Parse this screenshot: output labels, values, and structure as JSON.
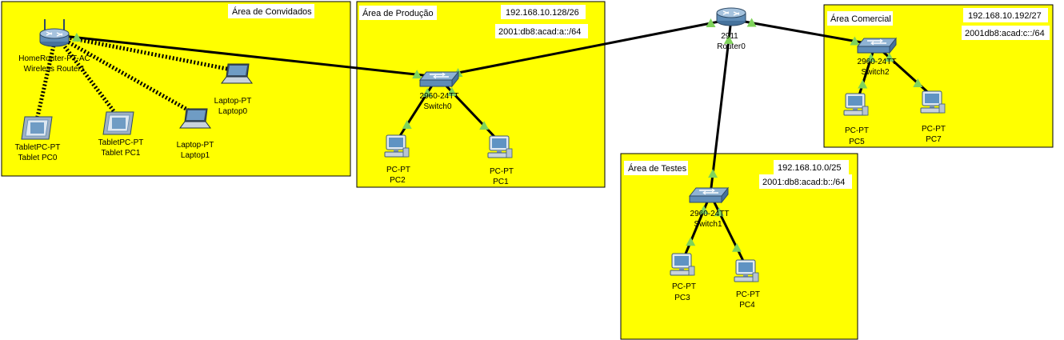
{
  "colors": {
    "area_fill": "#ffff00",
    "link_ok": "#7fd35a",
    "link_line": "#000000",
    "wireless_line": "#000000",
    "device_blue": "#6f9cc4"
  },
  "areas": {
    "convidados": {
      "title": "Área de Convidados"
    },
    "producao": {
      "title": "Área de Produção",
      "ipv4": "192.168.10.128/26",
      "ipv6": "2001:db8:acad:a::/64"
    },
    "comercial": {
      "title": "Área Comercial",
      "ipv4": "192.168.10.192/27",
      "ipv6": "2001db8:acad:c::/64"
    },
    "testes": {
      "title": "Área de Testes",
      "ipv4": "192.168.10.0/25",
      "ipv6": "2001:db8:acad:b::/64"
    }
  },
  "devices": {
    "wireless_router": {
      "model": "HomeRouter-PT-AC",
      "name": "Wireless Router1",
      "icon": "wireless-router-icon"
    },
    "router0": {
      "model": "2911",
      "name": "Router0",
      "icon": "router-icon"
    },
    "switch0": {
      "model": "2960-24TT",
      "name": "Switch0",
      "icon": "switch-icon"
    },
    "switch1": {
      "model": "2960-24TT",
      "name": "Switch1",
      "icon": "switch-icon"
    },
    "switch2": {
      "model": "2960-24TT",
      "name": "Switch2",
      "icon": "switch-icon"
    },
    "tablet0": {
      "model": "TabletPC-PT",
      "name": "Tablet PC0",
      "icon": "tablet-icon"
    },
    "tablet1": {
      "model": "TabletPC-PT",
      "name": "Tablet PC1",
      "icon": "tablet-icon"
    },
    "laptop0": {
      "model": "Laptop-PT",
      "name": "Laptop0",
      "icon": "laptop-icon"
    },
    "laptop1": {
      "model": "Laptop-PT",
      "name": "Laptop1",
      "icon": "laptop-icon"
    },
    "pc1": {
      "model": "PC-PT",
      "name": "PC1",
      "icon": "pc-icon"
    },
    "pc2": {
      "model": "PC-PT",
      "name": "PC2",
      "icon": "pc-icon"
    },
    "pc3": {
      "model": "PC-PT",
      "name": "PC3",
      "icon": "pc-icon"
    },
    "pc4": {
      "model": "PC-PT",
      "name": "PC4",
      "icon": "pc-icon"
    },
    "pc5": {
      "model": "PC-PT",
      "name": "PC5",
      "icon": "pc-icon"
    },
    "pc7": {
      "model": "PC-PT",
      "name": "PC7",
      "icon": "pc-icon"
    }
  },
  "links": [
    {
      "from": "wireless_router",
      "to": "switch0",
      "kind": "wired",
      "status": "up"
    },
    {
      "from": "switch0",
      "to": "router0",
      "kind": "wired",
      "status": "up"
    },
    {
      "from": "router0",
      "to": "switch2",
      "kind": "wired",
      "status": "up"
    },
    {
      "from": "router0",
      "to": "switch1",
      "kind": "wired",
      "status": "up"
    },
    {
      "from": "switch0",
      "to": "pc2",
      "kind": "wired",
      "status": "up"
    },
    {
      "from": "switch0",
      "to": "pc1",
      "kind": "wired",
      "status": "up"
    },
    {
      "from": "switch1",
      "to": "pc3",
      "kind": "wired",
      "status": "up"
    },
    {
      "from": "switch1",
      "to": "pc4",
      "kind": "wired",
      "status": "up"
    },
    {
      "from": "switch2",
      "to": "pc5",
      "kind": "wired",
      "status": "up"
    },
    {
      "from": "switch2",
      "to": "pc7",
      "kind": "wired",
      "status": "up"
    },
    {
      "from": "wireless_router",
      "to": "tablet0",
      "kind": "wireless"
    },
    {
      "from": "wireless_router",
      "to": "tablet1",
      "kind": "wireless"
    },
    {
      "from": "wireless_router",
      "to": "laptop1",
      "kind": "wireless"
    },
    {
      "from": "wireless_router",
      "to": "laptop0",
      "kind": "wireless"
    }
  ]
}
